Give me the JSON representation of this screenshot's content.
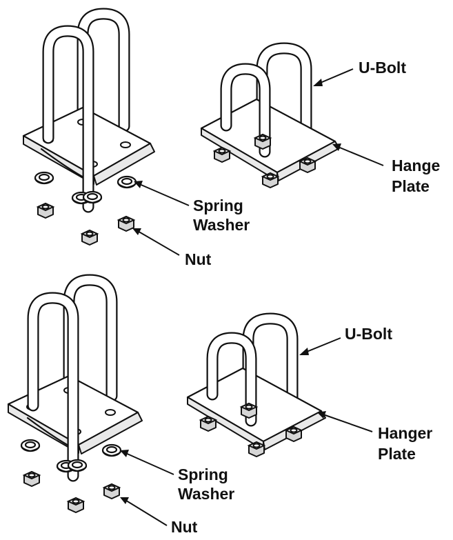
{
  "diagram": {
    "top": {
      "labels": {
        "u_bolt": "U-Bolt",
        "hanger_line1": "Hange",
        "hanger_line2": "Plate",
        "spring_line1": "Spring",
        "spring_line2": "Washer",
        "nut": "Nut"
      }
    },
    "bottom": {
      "labels": {
        "u_bolt": "U-Bolt",
        "hanger_line1": "Hanger",
        "hanger_line2": "Plate",
        "spring_line1": "Spring",
        "spring_line2": "Washer",
        "nut": "Nut"
      }
    },
    "colors": {
      "line": "#111111",
      "metal_shade": "#d6d6d6",
      "background": "#ffffff"
    }
  }
}
